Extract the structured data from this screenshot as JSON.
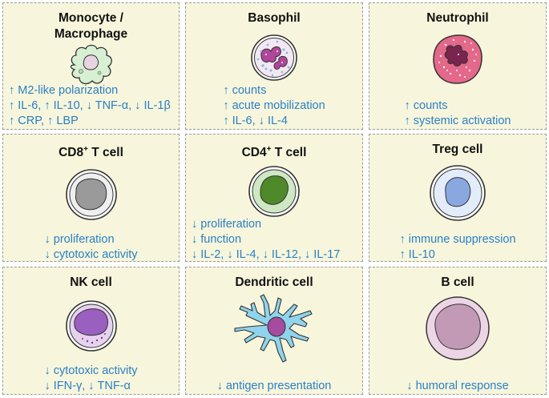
{
  "panels": [
    {
      "id": "monocyte",
      "title": "Monocyte / Macrophage",
      "title_lines": [
        "Monocyte /",
        "Macrophage"
      ],
      "icon": "macrophage-icon",
      "effects": [
        "↑ M2-like polarization",
        "↑ IL-6, ↑ IL-10, ↓ TNF-α, ↓ IL-1β",
        "↑ CRP, ↑ LBP"
      ]
    },
    {
      "id": "basophil",
      "title": "Basophil",
      "icon": "basophil-icon",
      "effects": [
        "↑ counts",
        "↑ acute mobilization",
        "↑ IL-6, ↓ IL-4"
      ]
    },
    {
      "id": "neutrophil",
      "title": "Neutrophil",
      "icon": "neutrophil-icon",
      "effects": [
        "↑ counts",
        "↑ systemic activation"
      ]
    },
    {
      "id": "cd8",
      "title_main": "CD8",
      "title_sup": "+",
      "title_rest": " T cell",
      "icon": "cd8-t-cell-icon",
      "effects": [
        "↓ proliferation",
        "↓ cytotoxic activity"
      ]
    },
    {
      "id": "cd4",
      "title_main": "CD4",
      "title_sup": "+",
      "title_rest": " T cell",
      "icon": "cd4-t-cell-icon",
      "effects": [
        "↓ proliferation",
        "↓ function",
        "↓ IL-2, ↓ IL-4, ↓ IL-12, ↓ IL-17"
      ]
    },
    {
      "id": "treg",
      "title": "Treg cell",
      "icon": "treg-cell-icon",
      "effects": [
        "↑ immune suppression",
        "↑ IL-10"
      ]
    },
    {
      "id": "nk",
      "title": "NK cell",
      "icon": "nk-cell-icon",
      "effects": [
        "↓ cytotoxic activity",
        "↓ IFN-γ, ↓ TNF-α"
      ]
    },
    {
      "id": "dendritic",
      "title": "Dendritic cell",
      "icon": "dendritic-cell-icon",
      "effects": [
        "↓ antigen presentation"
      ]
    },
    {
      "id": "bcell",
      "title": "B cell",
      "icon": "b-cell-icon",
      "effects": [
        "↓ humoral response"
      ]
    }
  ],
  "colors": {
    "panel_bg": "#f7f6dc",
    "effect_text": "#2a7fc6",
    "title_text": "#111111"
  }
}
